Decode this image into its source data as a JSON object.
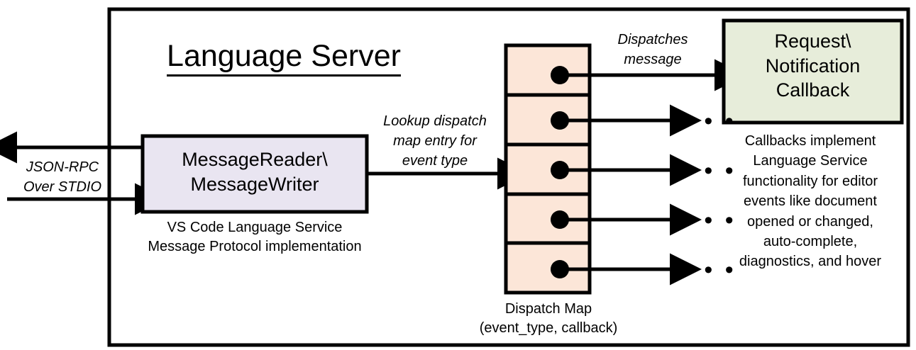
{
  "diagram": {
    "title": "Language Server",
    "frame": {
      "name": "language-server-boundary"
    },
    "external_io": {
      "label_line1": "JSON-RPC",
      "label_line2": "Over STDIO",
      "outbound_arrow": "arrow-out-left",
      "inbound_arrow": "arrow-in-right"
    },
    "message_box": {
      "line1": "MessageReader\\",
      "line2": "MessageWriter",
      "fill": "#e9e5f1",
      "caption_line1": "VS Code Language Service",
      "caption_line2": "Message Protocol implementation"
    },
    "lookup_label": {
      "line1": "Lookup dispatch",
      "line2": "map entry for",
      "line3": "event type"
    },
    "dispatch_map": {
      "fill": "#fce6d8",
      "caption_line1": "Dispatch Map",
      "caption_line2": "(event_type, callback)",
      "rows": [
        {
          "index": 0,
          "dot": "dispatch-entry-dot",
          "target": "callback-box"
        },
        {
          "index": 1,
          "dot": "dispatch-entry-dot",
          "target": "ellipsis"
        },
        {
          "index": 2,
          "dot": "dispatch-entry-dot",
          "target": "ellipsis"
        },
        {
          "index": 3,
          "dot": "dispatch-entry-dot",
          "target": "ellipsis"
        },
        {
          "index": 4,
          "dot": "dispatch-entry-dot",
          "target": "ellipsis"
        }
      ]
    },
    "dispatch_label": {
      "line1": "Dispatches",
      "line2": "message"
    },
    "callback_box": {
      "line1": "Request\\",
      "line2": "Notification",
      "line3": "Callback",
      "fill": "#e7edda"
    },
    "callback_note": [
      "Callbacks implement",
      "Language Service",
      "functionality for editor",
      "events like document",
      "opened or changed,",
      "auto-complete,",
      "diagnostics, and hover"
    ],
    "ellipsis_glyph": "• • •",
    "colors": {
      "stroke": "#000000",
      "background": "#ffffff",
      "message_box_fill": "#e9e5f1",
      "dispatch_map_fill": "#fce6d8",
      "callback_box_fill": "#e7edda"
    }
  }
}
